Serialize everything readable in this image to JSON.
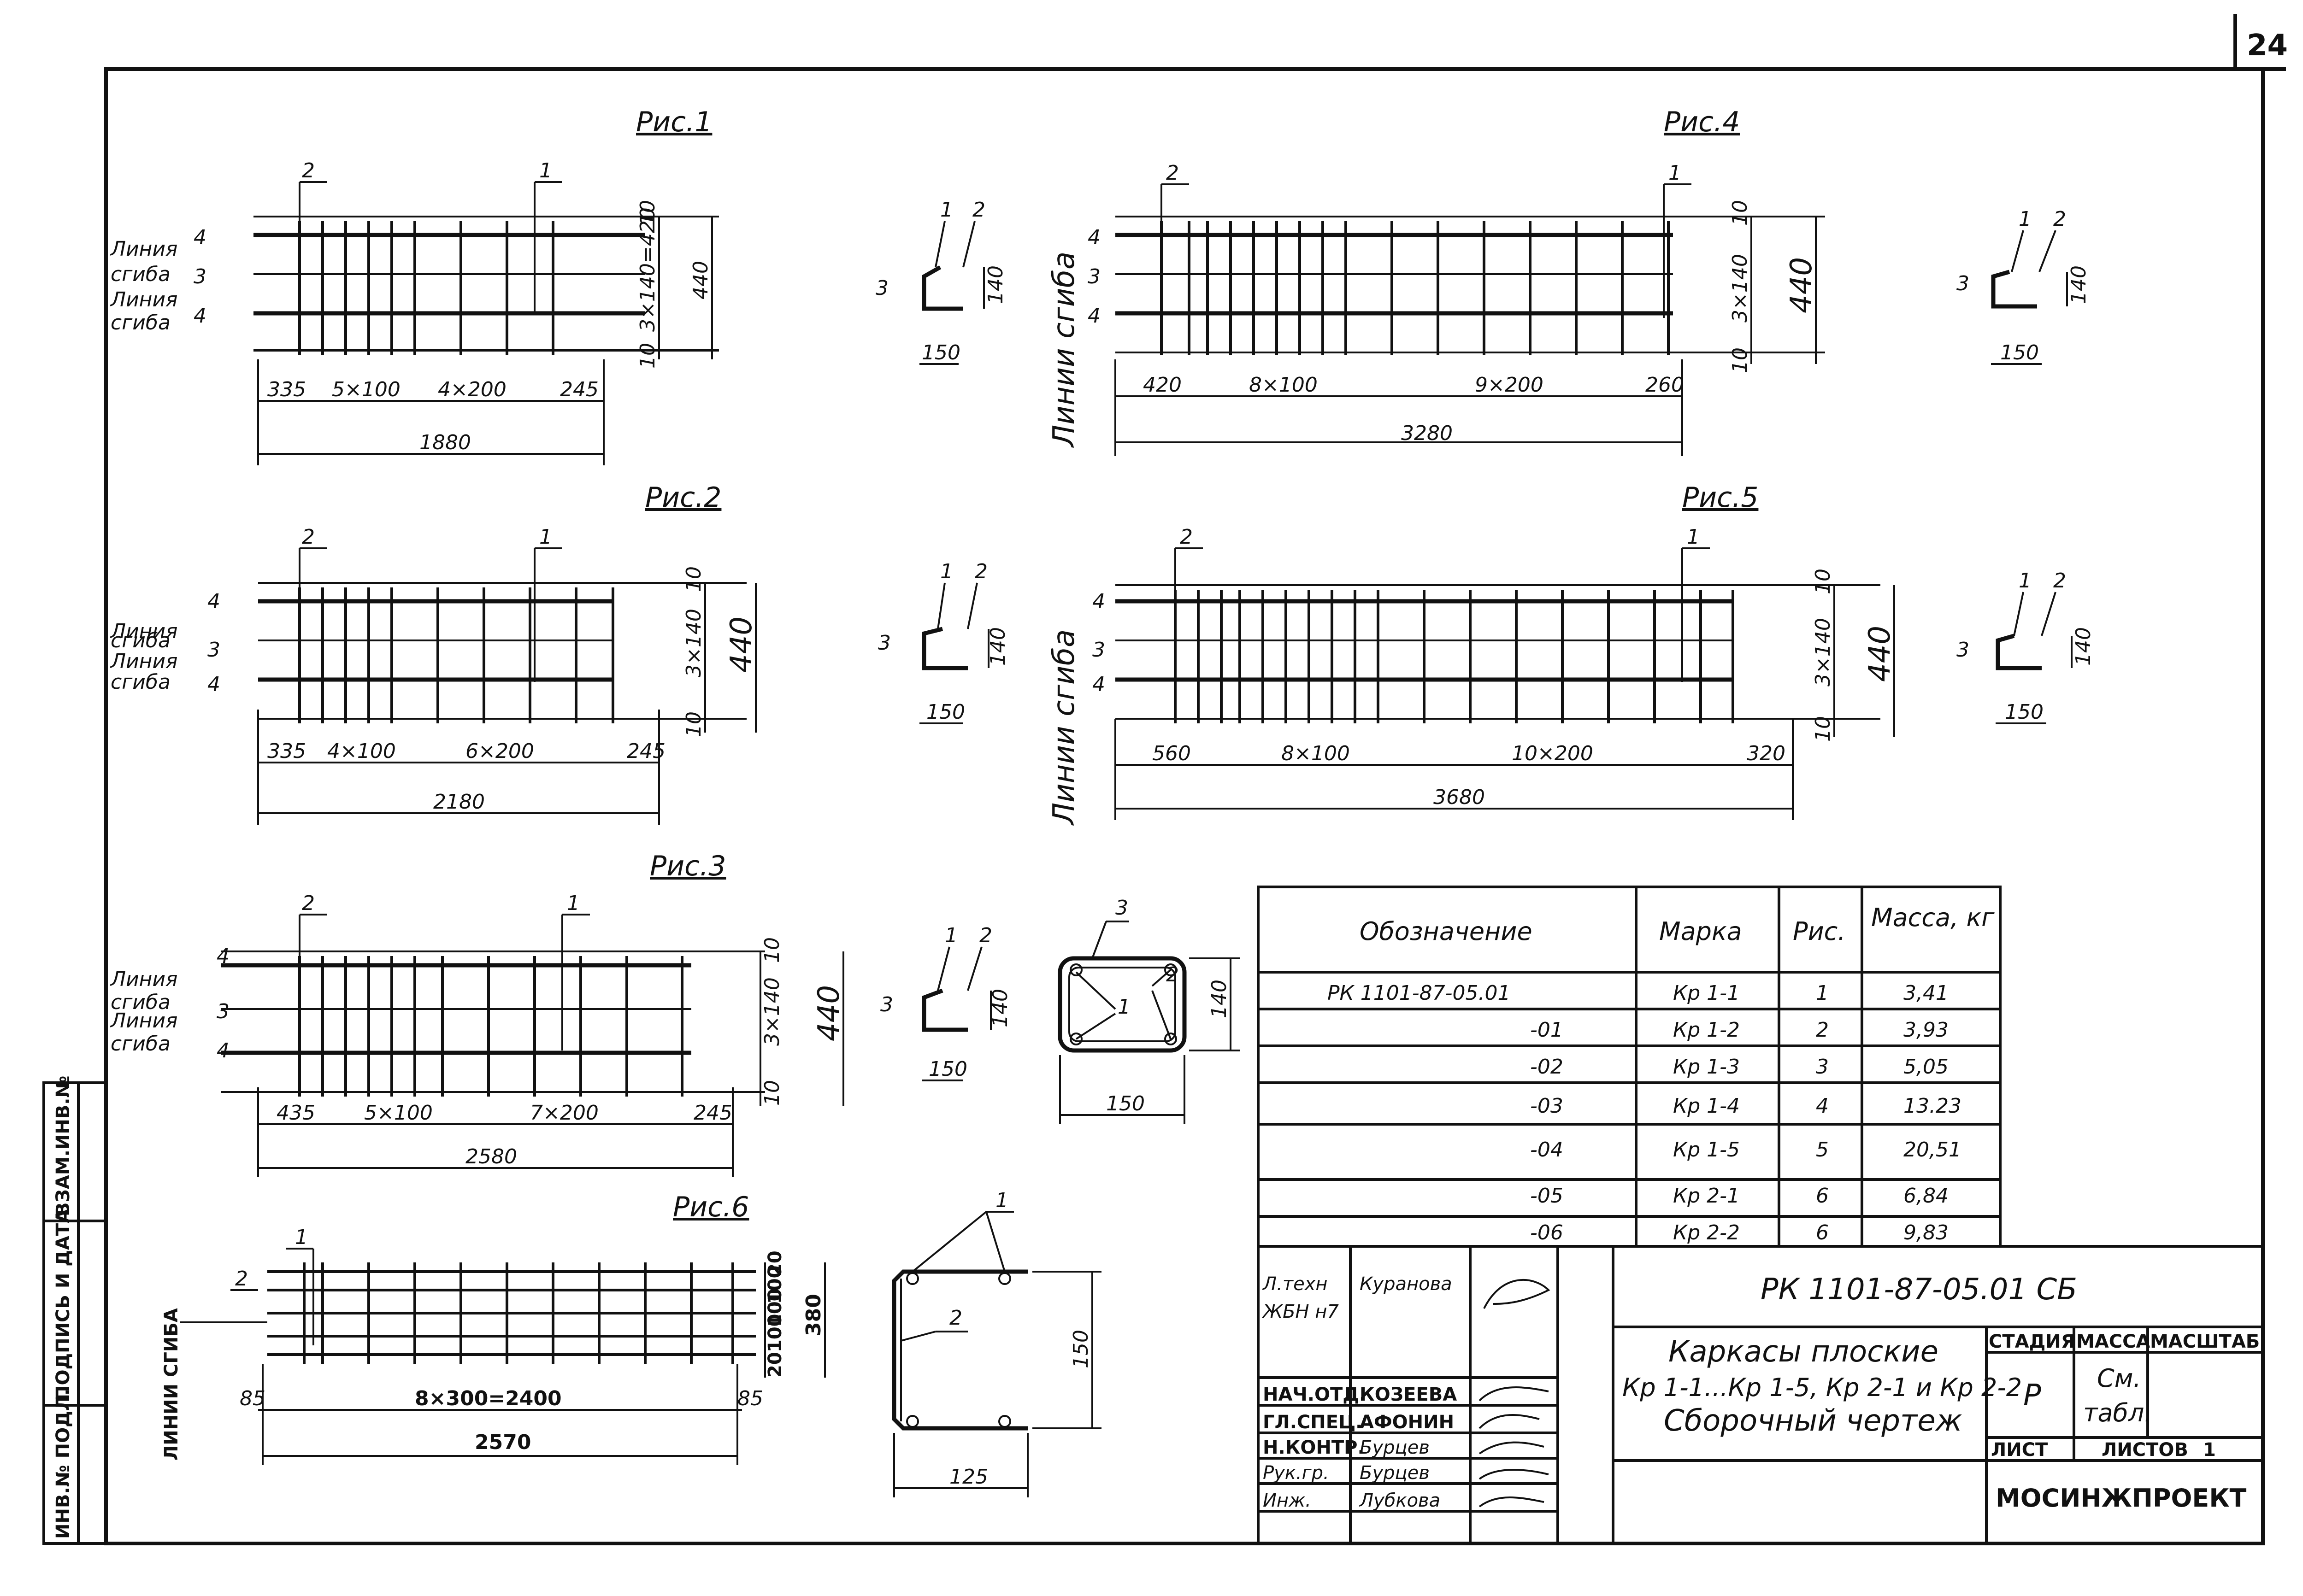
{
  "sheet_number": "24",
  "left_strip": {
    "inv_no_podl": "ИНВ.№ ПОДЛ.",
    "podpis_data": "ПОДПИСЬ И ДАТА",
    "vzam_inv": "ВЗАМ.ИНВ.№"
  },
  "labels": {
    "line_bend": "Линия",
    "bend": "сгиба",
    "lines_bend": "Линии сгиба",
    "lines_bend_caps": "ЛИНИИ СГИБА"
  },
  "figures": {
    "fig1": {
      "title": "Рис.1",
      "callouts": [
        "2",
        "1"
      ],
      "rows": [
        "4",
        "3",
        "4"
      ],
      "vert_dims": [
        "10",
        "3×140=420",
        "440",
        "10"
      ],
      "dims": [
        "335",
        "5×100",
        "4×200",
        "245"
      ],
      "total": "1880",
      "section": {
        "callouts": [
          "1",
          "2",
          "3"
        ],
        "h": "140",
        "w": "150"
      }
    },
    "fig2": {
      "title": "Рис.2",
      "callouts": [
        "2",
        "1"
      ],
      "rows": [
        "4",
        "3",
        "4"
      ],
      "vert_dims": [
        "10",
        "3×140",
        "440",
        "10"
      ],
      "dims": [
        "335",
        "4×100",
        "6×200",
        "245"
      ],
      "total": "2180",
      "section": {
        "callouts": [
          "1",
          "2",
          "3"
        ],
        "h": "140",
        "w": "150"
      }
    },
    "fig3": {
      "title": "Рис.3",
      "callouts": [
        "2",
        "1"
      ],
      "rows": [
        "4",
        "3",
        "4"
      ],
      "vert_dims": [
        "10",
        "3×140",
        "440",
        "10"
      ],
      "dims": [
        "435",
        "5×100",
        "7×200",
        "245"
      ],
      "total": "2580",
      "section": {
        "callouts": [
          "1",
          "2",
          "3"
        ],
        "h": "140",
        "w": "150"
      }
    },
    "fig4": {
      "title": "Рис.4",
      "callouts": [
        "2",
        "1"
      ],
      "rows": [
        "4",
        "3",
        "4"
      ],
      "vert_dims": [
        "10",
        "3×140",
        "440",
        "10"
      ],
      "dims": [
        "420",
        "8×100",
        "9×200",
        "260"
      ],
      "total": "3280",
      "section": {
        "callouts": [
          "1",
          "2",
          "3"
        ],
        "h": "140",
        "w": "150"
      }
    },
    "fig5": {
      "title": "Рис.5",
      "callouts": [
        "2",
        "1"
      ],
      "rows": [
        "4",
        "3",
        "4"
      ],
      "vert_dims": [
        "10",
        "3×140",
        "440",
        "10"
      ],
      "dims": [
        "560",
        "8×100",
        "10×200",
        "320"
      ],
      "total": "3680",
      "section": {
        "callouts": [
          "1",
          "2",
          "3"
        ],
        "h": "140",
        "w": "150"
      }
    },
    "fig6": {
      "title": "Рис.6",
      "callouts": [
        "1",
        "2"
      ],
      "vert_dims": [
        "20",
        "100",
        "100",
        "100",
        "20",
        "380"
      ],
      "dims": [
        "85",
        "8×300=2400",
        "85"
      ],
      "total": "2570",
      "section": {
        "callouts": [
          "1",
          "2"
        ],
        "h": "150",
        "w": "125"
      }
    },
    "stirrup": {
      "callouts": [
        "3",
        "2",
        "1"
      ],
      "h": "140",
      "w": "150"
    }
  },
  "spec_table": {
    "headers": [
      "Обозначение",
      "Марка",
      "Рис.",
      "Масса, кг"
    ],
    "rows": [
      {
        "designation": "РК 1101-87-05.01",
        "mark": "Кр 1-1",
        "fig": "1",
        "mass": "3,41"
      },
      {
        "designation": "-01",
        "mark": "Кр 1-2",
        "fig": "2",
        "mass": "3,93"
      },
      {
        "designation": "-02",
        "mark": "Кр 1-3",
        "fig": "3",
        "mass": "5,05"
      },
      {
        "designation": "-03",
        "mark": "Кр 1-4",
        "fig": "4",
        "mass": "13.23"
      },
      {
        "designation": "-04",
        "mark": "Кр 1-5",
        "fig": "5",
        "mass": "20,51"
      },
      {
        "designation": "-05",
        "mark": "Кр 2-1",
        "fig": "6",
        "mass": "6,84"
      },
      {
        "designation": "-06",
        "mark": "Кр 2-2",
        "fig": "6",
        "mass": "9,83"
      }
    ]
  },
  "title_block": {
    "doc_code": "РК 1101-87-05.01 СБ",
    "name_line1": "Каркасы плоские",
    "name_line2": "Кр 1-1...Кр 1-5, Кр 2-1 и Кр 2-2",
    "name_line3": "Сборочный чертеж",
    "stage_label": "СТАДИЯ",
    "mass_label": "МАССА",
    "scale_label": "МАСШТАБ",
    "stage": "Р",
    "mass_value_1": "См.",
    "mass_value_2": "табл.",
    "sheet_label": "ЛИСТ",
    "sheets_label": "ЛИСТОВ",
    "sheets_value": "1",
    "org": "МОСИНЖПРОЕКТ",
    "staff": [
      {
        "role": "Л.техн",
        "name": "Куранова"
      },
      {
        "role": "ЖБН н7",
        "name": ""
      },
      {
        "role": "НАЧ.ОТД.",
        "name": "КОЗЕЕВА"
      },
      {
        "role": "ГЛ.СПЕЦ.",
        "name": "АФОНИН"
      },
      {
        "role": "Н.КОНТР.",
        "name": "Бурцев"
      },
      {
        "role": "Рук.гр.",
        "name": "Бурцев"
      },
      {
        "role": "Инж.",
        "name": "Лубкова"
      }
    ]
  }
}
